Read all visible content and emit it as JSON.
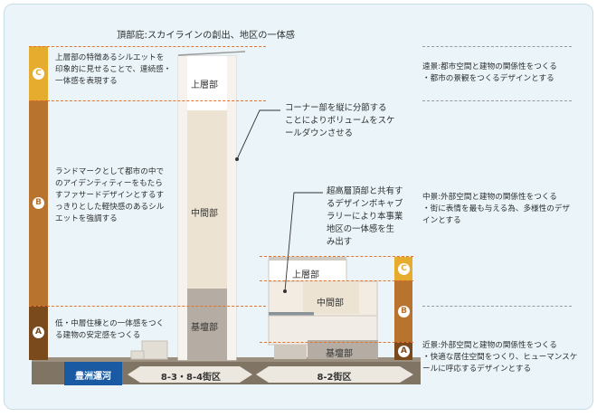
{
  "title": "頂部庇:スカイラインの創出、地区の一体感",
  "left_zones": {
    "C": {
      "letter": "C",
      "lines": [
        "上層部の特徴あるシルエットを",
        "印象的に見せることで、連続感・",
        "一体感を表現する"
      ]
    },
    "B": {
      "letter": "B",
      "lines": [
        "ランドマークとして都市の中で",
        "のアイデンティティーをもたら",
        "すファサードデザインとするす",
        "っきりとした軽快感のあるシル",
        "エットを強調する"
      ]
    },
    "A": {
      "letter": "A",
      "lines": [
        "低・中層住棟との一体感をつく",
        "る建物の安定感をつくる"
      ]
    }
  },
  "tower": {
    "upper": "上層部",
    "middle": "中間部",
    "base": "基壇部"
  },
  "low_building": {
    "upper": "上層部",
    "middle": "中間部",
    "base": "基壇部"
  },
  "right_badges": [
    "C",
    "B",
    "A"
  ],
  "callouts": {
    "corner": [
      "コーナー部を縦に分節する",
      "ことによりボリュームをスケ",
      "ールダウンさせる"
    ],
    "crown": [
      "超高層頂部と共有す",
      "るデザインボキャブ",
      "ラリーにより本事業",
      "地区の一体感を生",
      "み出す"
    ]
  },
  "right_notes": {
    "far": [
      "遠景:都市空間と建物の関係性をつくる",
      "・都市の景観をつくるデザインとする"
    ],
    "mid": [
      "中景:外部空間と建物の関係性をつくる",
      "・街に表情を最も与える為、多様性のデザ",
      "インとする"
    ],
    "near": [
      "近景:外部空間と建物の関係性をつくる",
      "・快適な居住空間をつくり、ヒューマンスケ",
      "ールに呼応するデザインとする"
    ]
  },
  "ground": {
    "canal": "豊洲運河",
    "district_a": "8-3・8-4街区",
    "district_b": "8-2街区"
  },
  "colors": {
    "zone_c": "#e6ac2e",
    "zone_b": "#b8732e",
    "zone_a": "#7a4a1c",
    "dash": "#e4732b",
    "ground": "#807565",
    "canal": "#1a5aa3"
  }
}
